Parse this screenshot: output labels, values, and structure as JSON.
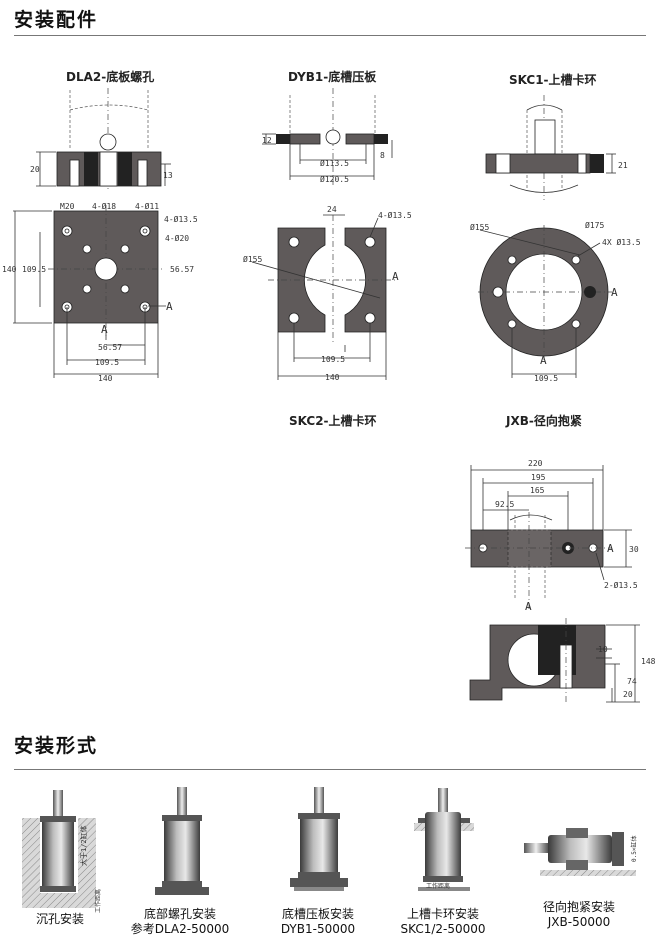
{
  "section_install_parts": "安装配件",
  "section_install_forms": "安装形式",
  "parts": {
    "dla2": {
      "title": "DLA2-底板螺孔",
      "labels": [
        "20",
        "13",
        "M20",
        "4-Ø18",
        "4-Ø11",
        "4-Ø13.5",
        "4-Ø20",
        "140",
        "109.5",
        "56.57",
        "A",
        "56.57",
        "109.5",
        "140",
        "A"
      ]
    },
    "dyb1": {
      "title": "DYB1-底槽压板",
      "labels": [
        "12",
        "8",
        "Ø113.5",
        "Ø120.5",
        "24",
        "4-Ø13.5",
        "Ø155",
        "A",
        "109.5",
        "140"
      ]
    },
    "skc1": {
      "title": "SKC1-上槽卡环",
      "labels": [
        "21",
        "Ø155",
        "Ø175",
        "4X Ø13.5",
        "A",
        "A",
        "109.5"
      ]
    },
    "skc2": {
      "title": "SKC2-上槽卡环"
    },
    "jxb": {
      "title": "JXB-径向抱紧",
      "labels": [
        "220",
        "195",
        "165",
        "92.5",
        "A",
        "30",
        "2-Ø13.5",
        "A",
        "10",
        "148",
        "74",
        "20"
      ]
    }
  },
  "forms": [
    {
      "line1": "沉孔安装",
      "line2": "",
      "side_label": "大于1/2缸体",
      "bottom_label": "工作距离"
    },
    {
      "line1": "底部螺孔安装",
      "line2": "参考DLA2-50000"
    },
    {
      "line1": "底槽压板安装",
      "line2": "DYB1-50000"
    },
    {
      "line1": "上槽卡环安装",
      "line2": "SKC1/2-50000",
      "bottom_label": "工作距离"
    },
    {
      "line1": "径向抱紧安装",
      "line2": "JXB-50000",
      "side_label": "0.5×缸体"
    }
  ]
}
